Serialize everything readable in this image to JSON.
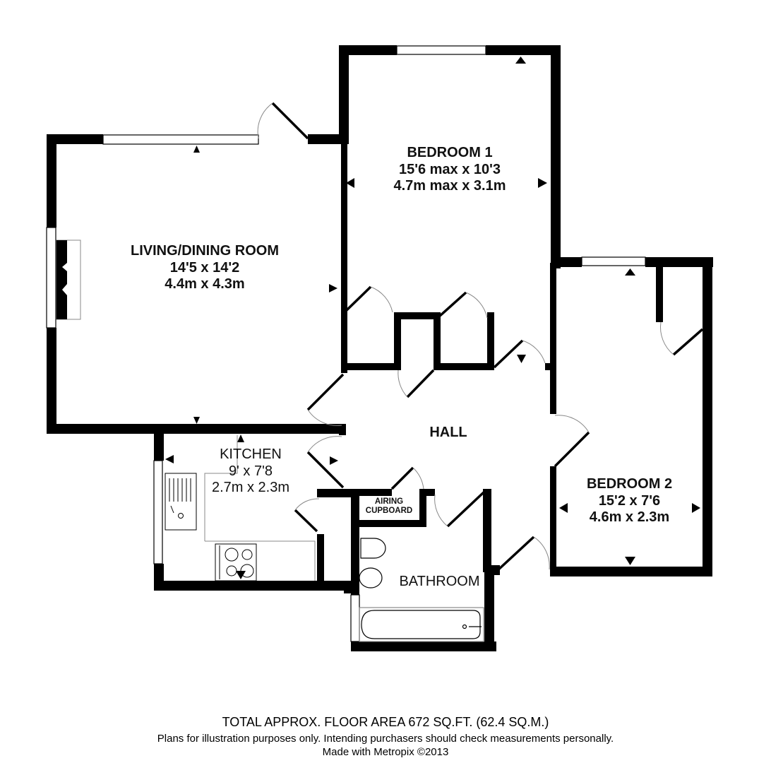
{
  "plan": {
    "colors": {
      "wall": "#000000",
      "fixture": "#888888",
      "background": "#ffffff"
    },
    "rooms": [
      {
        "id": "living",
        "name": "LIVING/DINING ROOM",
        "imperial": "14'5 x 14'2",
        "metric": "4.4m x 4.3m"
      },
      {
        "id": "bedroom1",
        "name": "BEDROOM 1",
        "imperial": "15'6 max x 10'3",
        "metric": "4.7m max x 3.1m"
      },
      {
        "id": "bedroom2",
        "name": "BEDROOM 2",
        "imperial": "15'2 x 7'6",
        "metric": "4.6m x 2.3m"
      },
      {
        "id": "kitchen",
        "name": "KITCHEN",
        "imperial": "9' x 7'8",
        "metric": "2.7m x 2.3m"
      },
      {
        "id": "hall",
        "name": "HALL"
      },
      {
        "id": "bathroom",
        "name": "BATHROOM"
      },
      {
        "id": "airing",
        "name_line1": "AIRING",
        "name_line2": "CUPBOARD"
      }
    ]
  },
  "footer": {
    "total_area": "TOTAL APPROX. FLOOR AREA 672 SQ.FT. (62.4 SQ.M.)",
    "disclaimer": "Plans for illustration purposes only. Intending purchasers should check measurements personally.",
    "credit": "Made with Metropix ©2013"
  }
}
